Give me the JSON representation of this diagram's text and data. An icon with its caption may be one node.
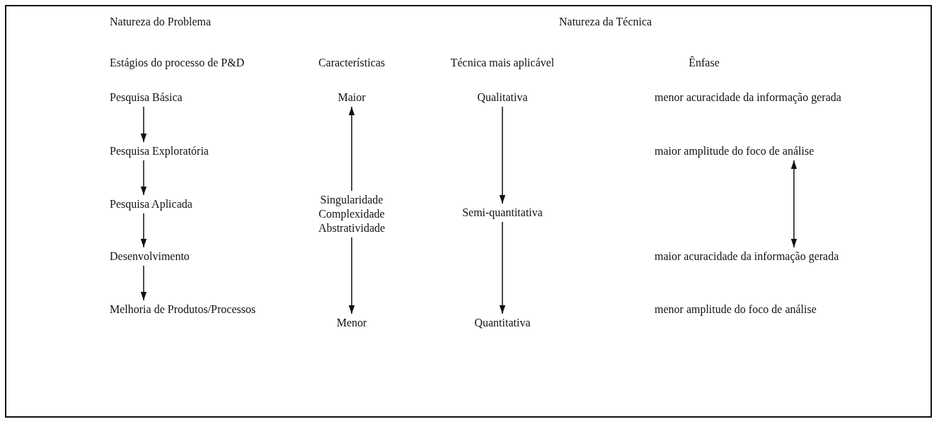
{
  "diagram": {
    "nodes": [
      {
        "text": [
          "Pesquisa Básica"
        ]
      },
      {
        "text": [
          "Pesquisa Exploratória"
        ]
      },
      {
        "text": [
          "Pesquisa Aplicada"
        ]
      },
      {
        "text": [
          "Desenvolvimento"
        ]
      },
      {
        "text": [
          "Melhoria de Produtos/Processos"
        ]
      },
      {
        "text": [
          "Maior"
        ]
      },
      {
        "text": [
          "Singularidade Complexidade Abstratividade"
        ]
      },
      {
        "text": [
          "Menor"
        ]
      },
      {
        "text": [
          "Qualitativa"
        ]
      },
      {
        "text": [
          "Semi-quantitativa"
        ]
      },
      {
        "text": [
          "Quantitativa"
        ]
      },
      {
        "text": [
          "menor acuracidade da informação gerada"
        ]
      },
      {
        "text": [
          "maior amplitude do foco de análise"
        ]
      },
      {
        "text": [
          "maior acuracidade da informação gerada"
        ]
      },
      {
        "text": [
          "menor amplitude do foco de análise"
        ]
      }
    ],
    "edges": [
      {
        "from": 0,
        "to": 1,
        "arrow": "to"
      },
      {
        "from": 1,
        "to": 2,
        "arrow": "to"
      },
      {
        "from": 2,
        "to": 3,
        "arrow": "to"
      },
      {
        "from": 3,
        "to": 4,
        "arrow": "to"
      },
      {
        "from": 6,
        "to": 5,
        "arrow": "to"
      },
      {
        "from": 6,
        "to": 7,
        "arrow": "to"
      },
      {
        "from": 8,
        "to": 9,
        "arrow": "to"
      },
      {
        "from": 9,
        "to": 10,
        "arrow": "to"
      },
      {
        "from": 12,
        "to": 13,
        "arrow": "both"
      }
    ],
    "labels": [
      "Natureza do Problema",
      "Natureza da Técnica",
      "Estágios do processo de P&D",
      "Características",
      "Técnica mais aplicável",
      "Ênfase"
    ]
  }
}
